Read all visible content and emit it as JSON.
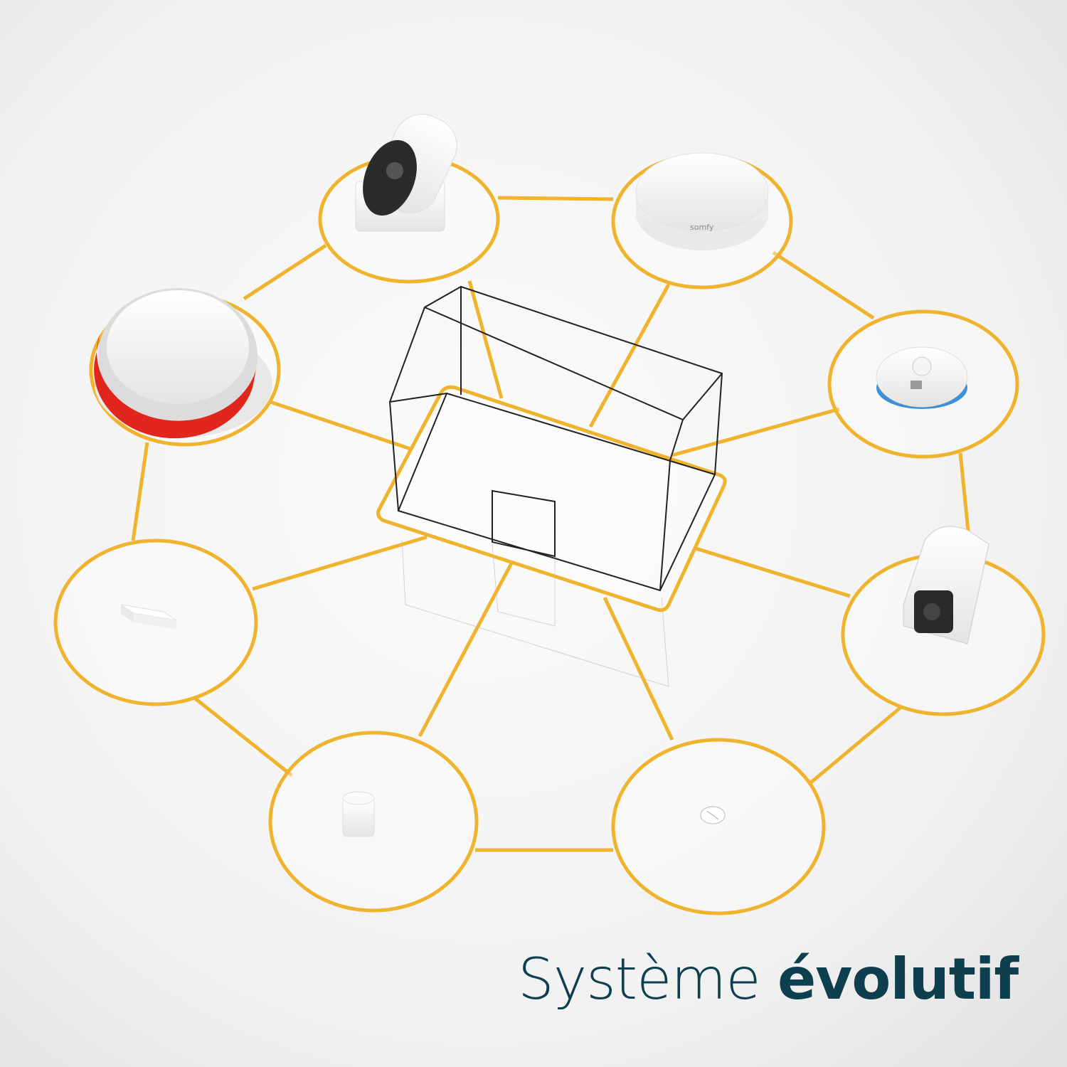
{
  "title": {
    "regular": "Système",
    "bold": "évolutif"
  },
  "colors": {
    "ring": "#f0b32d",
    "background": "#eeeeee",
    "title": "#0e3f4e",
    "siren_red": "#e0261d",
    "smoke_blue": "#3d8fd6"
  },
  "brand_logo": "somfy",
  "devices": [
    {
      "name": "outdoor-camera",
      "icon": "outdoor-camera-icon"
    },
    {
      "name": "hub",
      "icon": "hub-icon"
    },
    {
      "name": "outdoor-siren",
      "icon": "siren-icon"
    },
    {
      "name": "smoke-detector",
      "icon": "smoke-detector-icon"
    },
    {
      "name": "door-sensor",
      "icon": "door-sensor-icon"
    },
    {
      "name": "indoor-camera",
      "icon": "indoor-camera-icon"
    },
    {
      "name": "motion-sensor",
      "icon": "motion-sensor-icon"
    },
    {
      "name": "key-fob",
      "icon": "key-fob-icon"
    }
  ]
}
